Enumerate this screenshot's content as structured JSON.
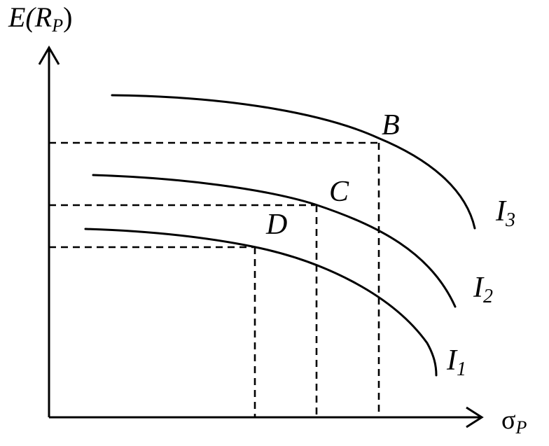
{
  "axes": {
    "y_label": {
      "main": "E(R",
      "sub": "P",
      "close": ")"
    },
    "x_label": {
      "main": "σ",
      "sub": "P"
    }
  },
  "points": {
    "B": "B",
    "C": "C",
    "D": "D"
  },
  "curves": [
    {
      "main": "I",
      "sub": "3"
    },
    {
      "main": "I",
      "sub": "2"
    },
    {
      "main": "I",
      "sub": "1"
    }
  ]
}
